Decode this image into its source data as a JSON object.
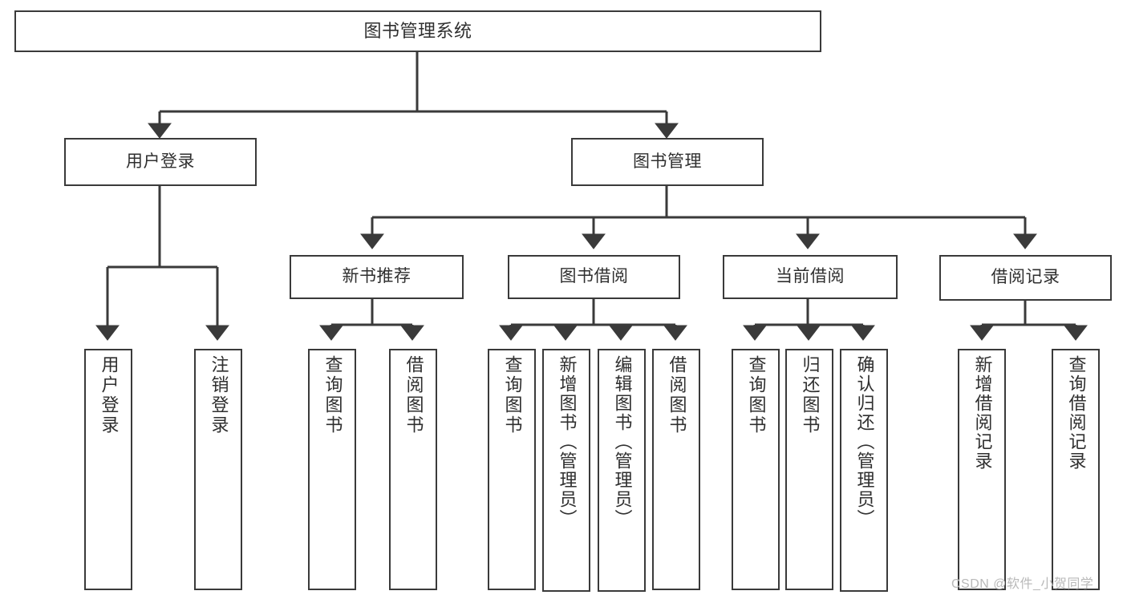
{
  "diagram": {
    "title": "图书管理系统",
    "type": "tree-hierarchy-chart",
    "nodes": {
      "root": {
        "label": "图书管理系统"
      },
      "level1": [
        {
          "id": "user-login",
          "label": "用户登录"
        },
        {
          "id": "book-manage",
          "label": "图书管理"
        }
      ],
      "level2": [
        {
          "id": "new-book-recommend",
          "label": "新书推荐"
        },
        {
          "id": "book-borrow",
          "label": "图书借阅"
        },
        {
          "id": "current-borrow",
          "label": "当前借阅"
        },
        {
          "id": "borrow-record",
          "label": "借阅记录"
        }
      ],
      "leaves": {
        "user-login": [
          {
            "id": "leaf-user-login",
            "label": "用户登录"
          },
          {
            "id": "leaf-logout",
            "label": "注销登录"
          }
        ],
        "new-book-recommend": [
          {
            "id": "leaf-query-book-1",
            "label": "查询图书"
          },
          {
            "id": "leaf-borrow-book-1",
            "label": "借阅图书"
          }
        ],
        "book-borrow": [
          {
            "id": "leaf-query-book-2",
            "label": "查询图书"
          },
          {
            "id": "leaf-add-book",
            "label": "新增图书（管理员）"
          },
          {
            "id": "leaf-edit-book",
            "label": "编辑图书（管理员）"
          },
          {
            "id": "leaf-borrow-book-2",
            "label": "借阅图书"
          }
        ],
        "current-borrow": [
          {
            "id": "leaf-query-book-3",
            "label": "查询图书"
          },
          {
            "id": "leaf-return-book",
            "label": "归还图书"
          },
          {
            "id": "leaf-confirm-return",
            "label": "确认归还（管理员）"
          }
        ],
        "borrow-record": [
          {
            "id": "leaf-add-record",
            "label": "新增借阅记录"
          },
          {
            "id": "leaf-query-record",
            "label": "查询借阅记录"
          }
        ]
      }
    },
    "colors": {
      "stroke": "#3a3a3a",
      "text": "#2f2f2f",
      "background": "#ffffff",
      "watermark": "#b9b9b9"
    }
  },
  "watermark": {
    "text": "CSDN @软件_小贺同学"
  }
}
